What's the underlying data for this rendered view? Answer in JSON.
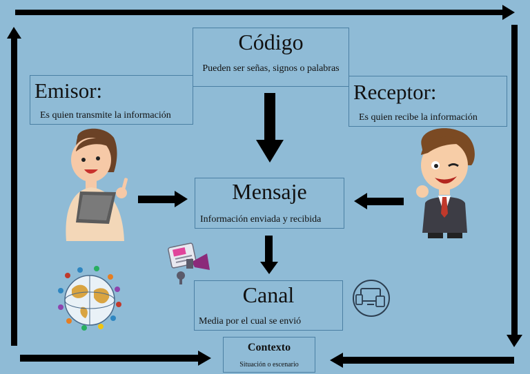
{
  "nodes": {
    "codigo": {
      "title": "Código",
      "desc": "Pueden ser señas, signos o palabras"
    },
    "emisor": {
      "title": "Emisor:",
      "desc": "Es quien transmite la información"
    },
    "receptor": {
      "title": "Receptor:",
      "desc": "Es quien recibe la información"
    },
    "mensaje": {
      "title": "Mensaje",
      "desc": "Información enviada y recibida"
    },
    "canal": {
      "title": "Canal",
      "desc": "Media por el cual se envió"
    },
    "contexto": {
      "title": "Contexto",
      "desc": "Situación o escenario"
    }
  },
  "colors": {
    "background": "#8fbbd6",
    "box_border": "#4a7fa3",
    "arrow": "#000000"
  },
  "icons": [
    "woman-tablet-illustration",
    "man-winking-illustration",
    "media-icons-illustration",
    "globe-people-illustration",
    "devices-icon"
  ]
}
